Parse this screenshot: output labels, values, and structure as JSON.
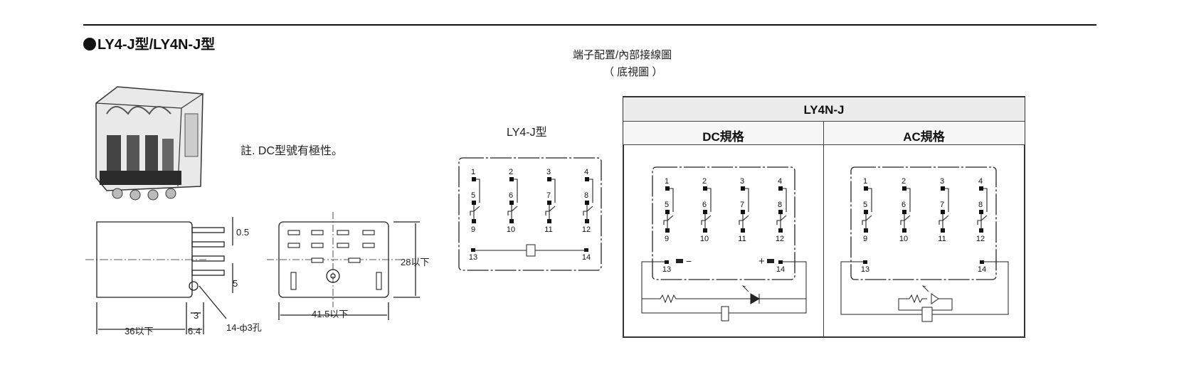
{
  "title": "LY4-J型/LY4N-J型",
  "note": "註. DC型號有極性。",
  "terminal_caption": {
    "line1": "端子配置/內部接線圖",
    "line2": "（ 底視圖 ）"
  },
  "diagram_left_label": "LY4-J型",
  "table": {
    "header": "LY4N-J",
    "col_dc": "DC規格",
    "col_ac": "AC規格"
  },
  "dimensions": {
    "d1": "0.5",
    "d2": "5",
    "d3": "28以下",
    "d4": "3",
    "d5": "36以下",
    "d6": "6.4",
    "d7": "14-ф3孔",
    "d8": "41.5以下"
  },
  "pins": {
    "row1": [
      "1",
      "2",
      "3",
      "4"
    ],
    "row2": [
      "5",
      "6",
      "7",
      "8"
    ],
    "row3": [
      "9",
      "10",
      "11",
      "12"
    ],
    "coil": [
      "13",
      "14"
    ]
  },
  "polarity": {
    "minus": "−",
    "plus": "+"
  }
}
